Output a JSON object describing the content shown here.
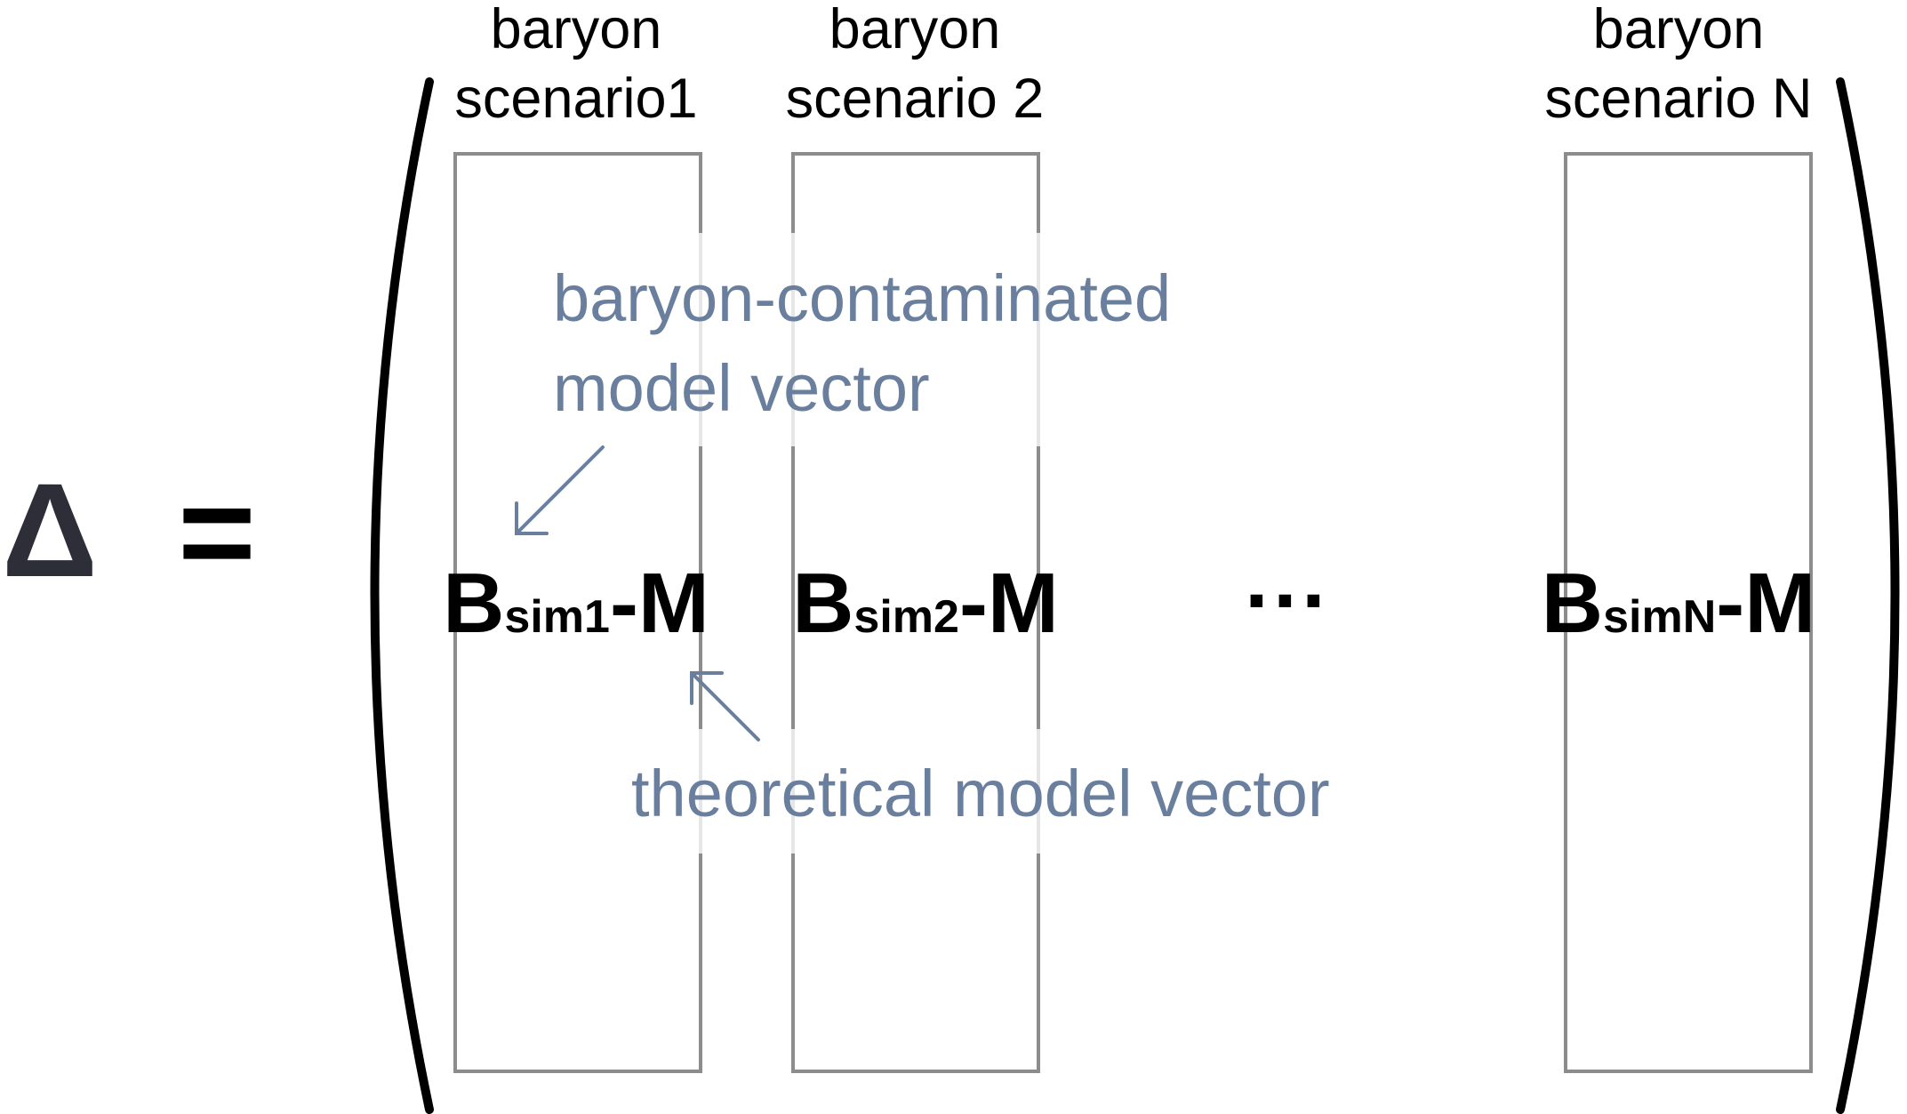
{
  "equation": {
    "symbol": "Δ",
    "equals": "="
  },
  "columns": [
    {
      "header_line1": "baryon",
      "header_line2": "scenario1",
      "vector_main": "B",
      "vector_sub": "sim1",
      "vector_tail": "-M"
    },
    {
      "header_line1": "baryon",
      "header_line2": "scenario 2",
      "vector_main": "B",
      "vector_sub": "sim2",
      "vector_tail": "-M"
    },
    {
      "header_line1": "baryon",
      "header_line2": "scenario N",
      "vector_main": "B",
      "vector_sub": "simN",
      "vector_tail": "-M"
    }
  ],
  "ellipsis": "···",
  "annotations": {
    "upper_line1": "baryon-contaminated",
    "upper_line2": "model vector",
    "lower": "theoretical model vector"
  },
  "colors": {
    "text": "#000000",
    "annotation": "#6a7f9e",
    "column_box": "#8c8c8c",
    "delta": "#2e2e38",
    "bracket": "#000000"
  }
}
